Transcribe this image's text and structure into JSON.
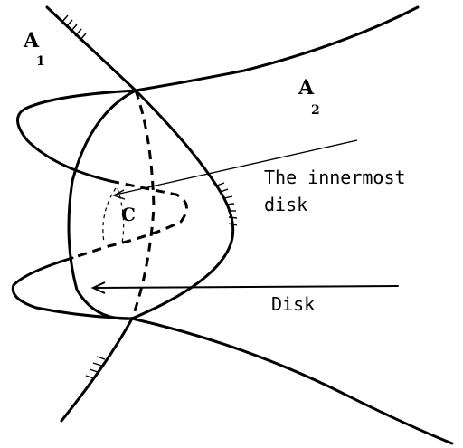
{
  "labels": {
    "a1_letter": "A",
    "a1_sub": "1",
    "a2_letter": "A",
    "a2_sub": "2",
    "center": "C",
    "innermost_line1": "The innermost",
    "innermost_line2": "disk",
    "disk": "Disk"
  }
}
